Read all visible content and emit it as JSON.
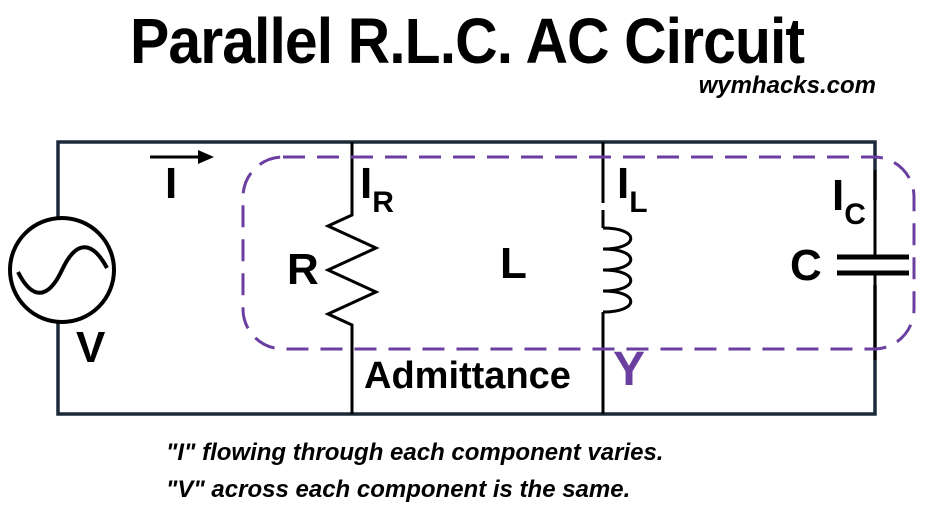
{
  "header": {
    "title": "Parallel R.L.C. AC Circuit",
    "website": "wymhacks.com"
  },
  "circuit": {
    "source_label": "V",
    "total_current_label": "I",
    "components": [
      {
        "id": "resistor",
        "symbol": "R",
        "current_main": "I",
        "current_sub": "R"
      },
      {
        "id": "inductor",
        "symbol": "L",
        "current_main": "I",
        "current_sub": "L"
      },
      {
        "id": "capacitor",
        "symbol": "C",
        "current_main": "I",
        "current_sub": "C"
      }
    ],
    "admittance_label": "Admittance",
    "admittance_symbol": "Y",
    "colors": {
      "wire": "#1b2a3b",
      "component": "#000000",
      "admittance_box": "#6b3fa0"
    }
  },
  "notes": [
    "\"I\" flowing through each component varies.",
    "\"V\" across each component is the same."
  ]
}
